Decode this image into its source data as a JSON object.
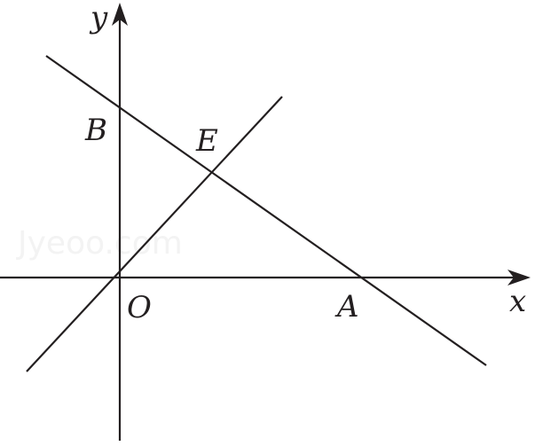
{
  "diagram": {
    "axes": {
      "x_label": "x",
      "y_label": "y"
    },
    "points": {
      "origin": "O",
      "A": "A",
      "B": "B",
      "E": "E"
    },
    "watermark": "Jyeoo.com",
    "colors": {
      "ink": "#231f20",
      "background": "#ffffff",
      "watermark": "#f3f3f3"
    }
  }
}
